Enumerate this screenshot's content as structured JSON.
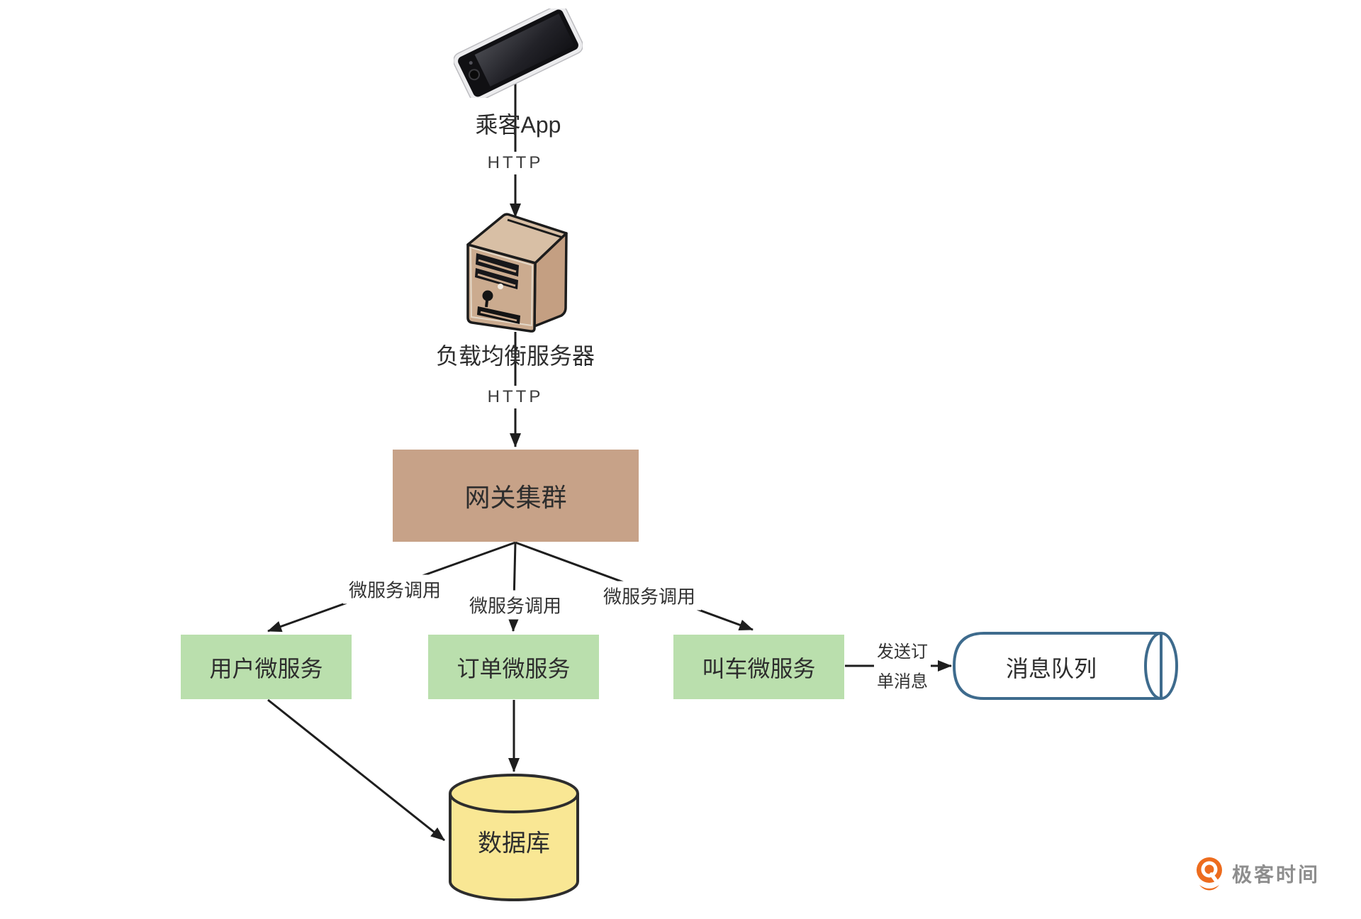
{
  "nodes": {
    "app": {
      "label": "乘客App"
    },
    "load_balancer": {
      "label": "负载均衡服务器"
    },
    "gateway": {
      "label": "网关集群"
    },
    "user_service": {
      "label": "用户微服务"
    },
    "order_service": {
      "label": "订单微服务"
    },
    "ride_service": {
      "label": "叫车微服务"
    },
    "message_queue": {
      "label": "消息队列"
    },
    "database": {
      "label": "数据库"
    }
  },
  "edges": {
    "http_top": {
      "label": "HTTP"
    },
    "http_bottom": {
      "label": "HTTP"
    },
    "call_left": {
      "label": "微服务调用"
    },
    "call_mid": {
      "label": "微服务调用"
    },
    "call_right": {
      "label": "微服务调用"
    },
    "send_order": {
      "line1": "发送订",
      "line2": "单消息"
    }
  },
  "watermark": {
    "label": "极客时间"
  },
  "icons": {
    "phone": "smartphone-icon",
    "server": "tower-server-icon",
    "queue": "horizontal-cylinder",
    "database": "vertical-cylinder",
    "brand": "geek-time-pin-icon"
  },
  "colors": {
    "gateway_fill": "#C7A288",
    "service_fill": "#BADFAD",
    "database_fill": "#F9E794",
    "database_stroke": "#2D2D2D",
    "queue_stroke": "#3E6B8D",
    "connector": "#1E1E1E",
    "brand_orange": "#ED6C1E",
    "brand_text": "#8E8E8E"
  }
}
